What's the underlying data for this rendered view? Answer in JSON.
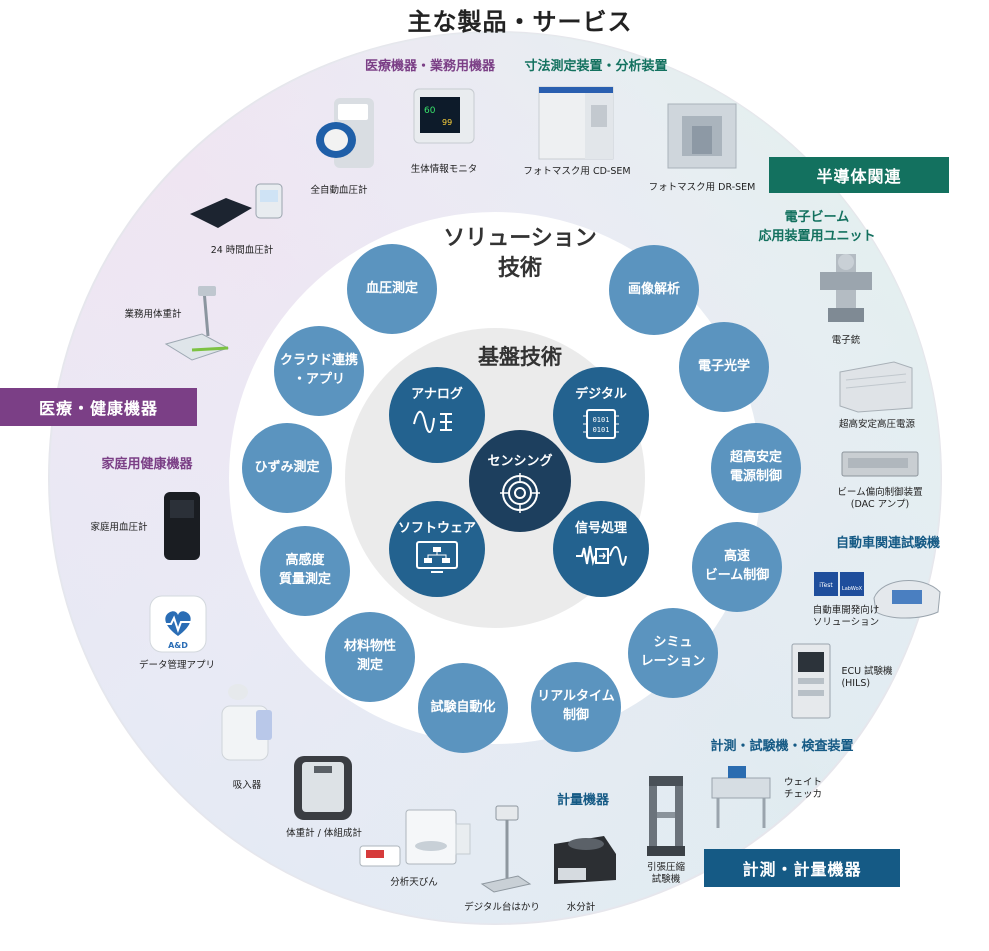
{
  "title": "主な製品・サービス",
  "regions": {
    "medical": "医療・健康機器",
    "semi": "半導体関連",
    "measure": "計測・計量機器"
  },
  "categories": {
    "medical_business": "医療機器・業務用機器",
    "dimension": "寸法測定装置・分析装置",
    "home_health": "家庭用健康機器",
    "ebeam": "電子ビーム\n応用装置用ユニット",
    "auto": "自動車関連試験機",
    "test_inspect": "計測・試験機・検査装置",
    "weighing": "計量機器"
  },
  "products": {
    "auto_bp": "全自動血圧計",
    "vital_monitor": "生体情報モニタ",
    "cd_sem": "フォトマスク用 CD-SEM",
    "dr_sem": "フォトマスク用 DR-SEM",
    "bp24": "24 時間血圧計",
    "biz_scale": "業務用体重計",
    "home_bp": "家庭用血圧計",
    "app": "データ管理アプリ",
    "inhaler": "吸入器",
    "body_scale": "体重計 / 体組成計",
    "analytical": "分析天びん",
    "platform": "デジタル台はかり",
    "moisture": "水分計",
    "tensile": "引張圧縮\n試験機",
    "checker": "ウェイト\nチェッカ",
    "ecu": "ECU 試験機\n(HILS)",
    "auto_dev": "自動車開発向け\nソリューション",
    "egun": "電子銃",
    "hv_power": "超高安定高圧電源",
    "dac": "ビーム偏向制御装置\n(DAC アンプ)"
  },
  "logos": {
    "itest": "iTest",
    "labwox": "LabWoX",
    "and": "A&D"
  },
  "solution_title": "ソリューション\n技術",
  "solutions": [
    "血圧測定",
    "画像解析",
    "クラウド連携\n・アプリ",
    "電子光学",
    "ひずみ測定",
    "超高安定\n電源制御",
    "高感度\n質量測定",
    "高速\nビーム制御",
    "材料物性\n測定",
    "シミュ\nレーション",
    "試験自動化",
    "リアルタイム\n制御"
  ],
  "core_title": "基盤技術",
  "core": {
    "analog": "アナログ",
    "digital": "デジタル",
    "software": "ソフトウェア",
    "signal": "信号処理",
    "sensing": "センシング"
  },
  "digital_chip_text": "0101\n0101",
  "colors": {
    "purple": "#7b3f86",
    "teal": "#13715f",
    "navy": "#155a85",
    "solution": "#5b94bf",
    "core": "#23628f",
    "center": "#1d3f5e"
  }
}
